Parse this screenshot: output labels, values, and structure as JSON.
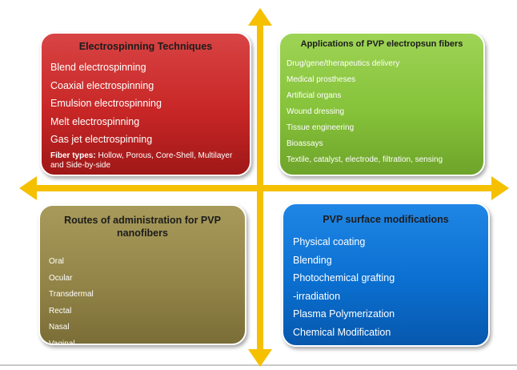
{
  "colors": {
    "arrow": "#f5c000",
    "techniques_box": "#c82626",
    "applications_box": "#86c23a",
    "routes_box": "#918346",
    "modifications_box": "#0a6fd0"
  },
  "techniques": {
    "title": "Electrospinning Techniques",
    "items": [
      "Blend electrospinning",
      "Coaxial electrospinning",
      "Emulsion electrospinning",
      "Melt electrospinning",
      "Gas jet electrospinning"
    ],
    "fiber_label": "Fiber types:",
    "fiber_text": " Hollow, Porous, Core-Shell, Multilayer and Side-by-side"
  },
  "applications": {
    "title": "Applications of PVP electropsun fibers",
    "items": [
      "Drug/gene/therapeutics delivery",
      "Medical prostheses",
      "Artificial organs",
      "Wound dressing",
      "Tissue engineering",
      "Bioassays",
      "Textile, catalyst, electrode, filtration, sensing"
    ]
  },
  "routes": {
    "title": "Routes of administration for PVP nanofibers",
    "items": [
      "Oral",
      "Ocular",
      "Transdermal",
      "Rectal",
      "Nasal",
      "Vaginal"
    ]
  },
  "modifications": {
    "title": "PVP surface modifications",
    "items": [
      "Physical coating",
      "Blending",
      "Photochemical grafting",
      " -irradiation",
      "Plasma Polymerization",
      "Chemical Modification"
    ]
  }
}
